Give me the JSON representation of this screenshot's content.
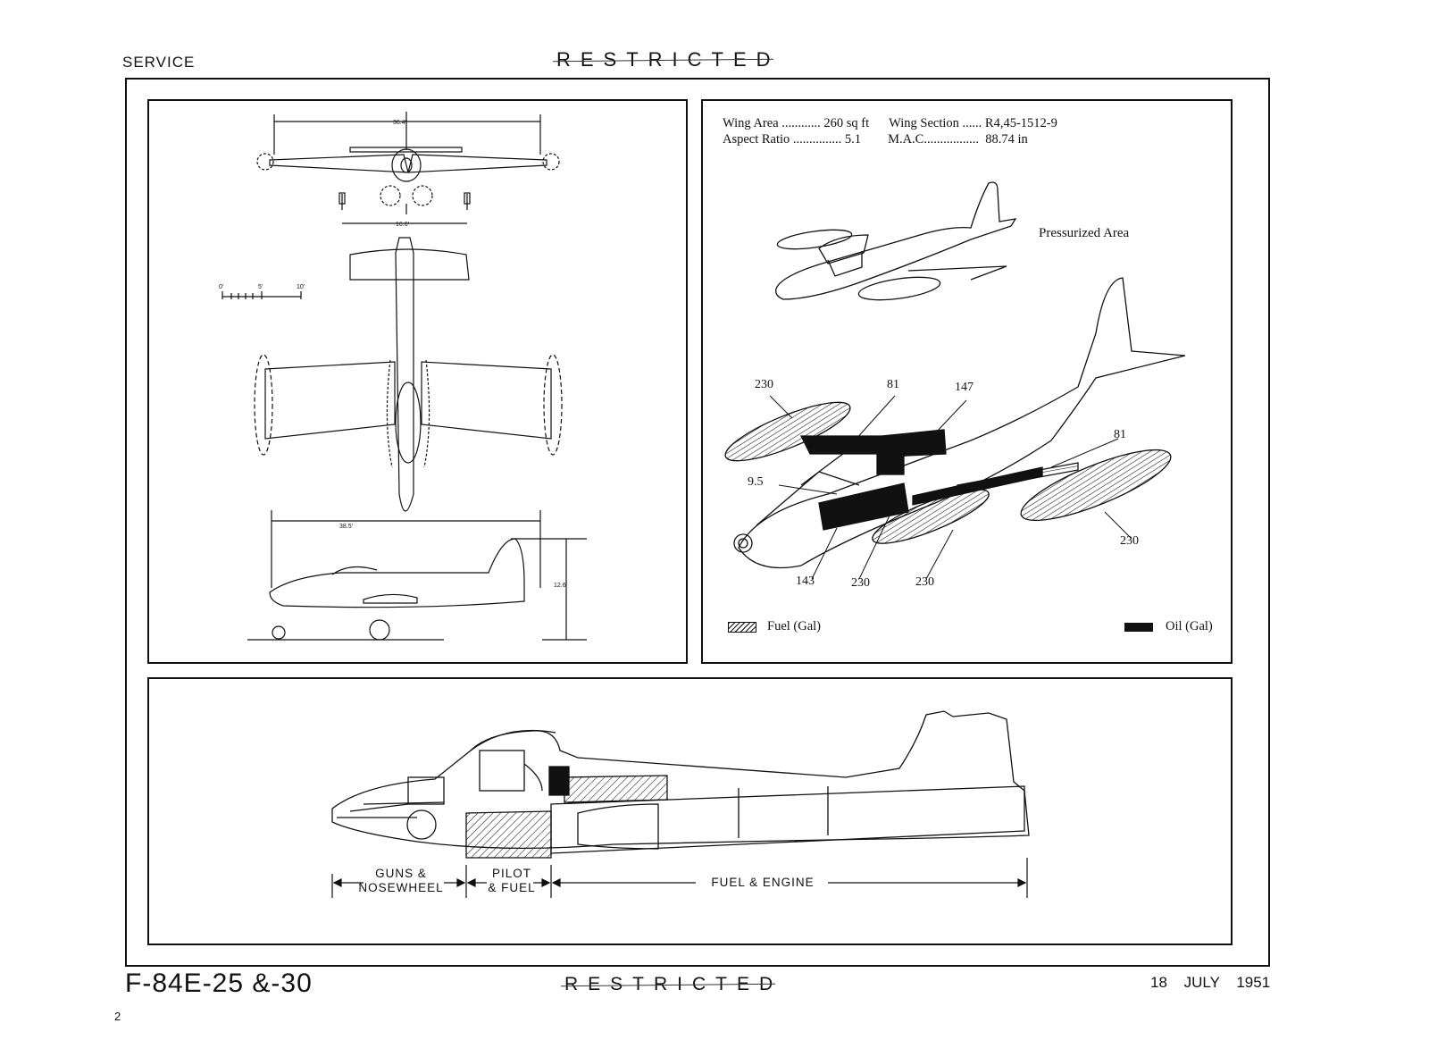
{
  "header": {
    "left": "SERVICE",
    "restricted": "RESTRICTED"
  },
  "views": {
    "span_dim": "36.4'",
    "tread_dim": "16.6'",
    "scale": [
      "0'",
      "5'",
      "10'"
    ],
    "length_dim": "38.5'",
    "height_dim": "12.6'"
  },
  "specs": {
    "wing_area": "Wing Area ............ 260 sq ft",
    "aspect_ratio": "Aspect Ratio ............... 5.1",
    "wing_section": "Wing Section ...... R4,45-1512-9",
    "mac": "M.A.C.................  88.74 in"
  },
  "pressurized_label": "Pressurized Area",
  "tank_labels": {
    "a": "230",
    "b": "81",
    "c": "147",
    "d": "81",
    "e": "9.5",
    "f": "143",
    "g": "230",
    "h": "230",
    "i": "230"
  },
  "legend": {
    "fuel": "Fuel (Gal)",
    "oil": "Oil (Gal)"
  },
  "sections": {
    "guns_line1": "GUNS  &",
    "guns_line2": "NOSEWHEEL",
    "pilot_line1": "PILOT",
    "pilot_line2": "& FUEL",
    "fuel_engine": "FUEL  &  ENGINE"
  },
  "footer": {
    "model": "F-84E-25 &-30",
    "restricted": "RESTRICTED",
    "date": "18 JULY 1951",
    "page": "2"
  }
}
